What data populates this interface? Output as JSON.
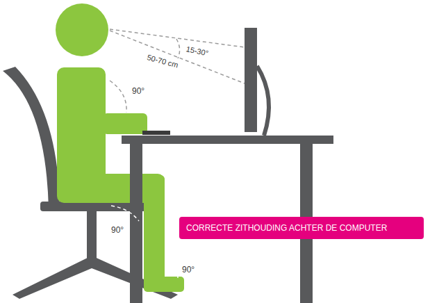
{
  "diagram": {
    "nodes": [
      {
        "text": [
          "CORRECTE ZITHOUDING ACHTER DE COMPUTER"
        ]
      }
    ],
    "labels": [
      "15-30°",
      "50-70 cm",
      "90°",
      "90°",
      "90°"
    ]
  }
}
